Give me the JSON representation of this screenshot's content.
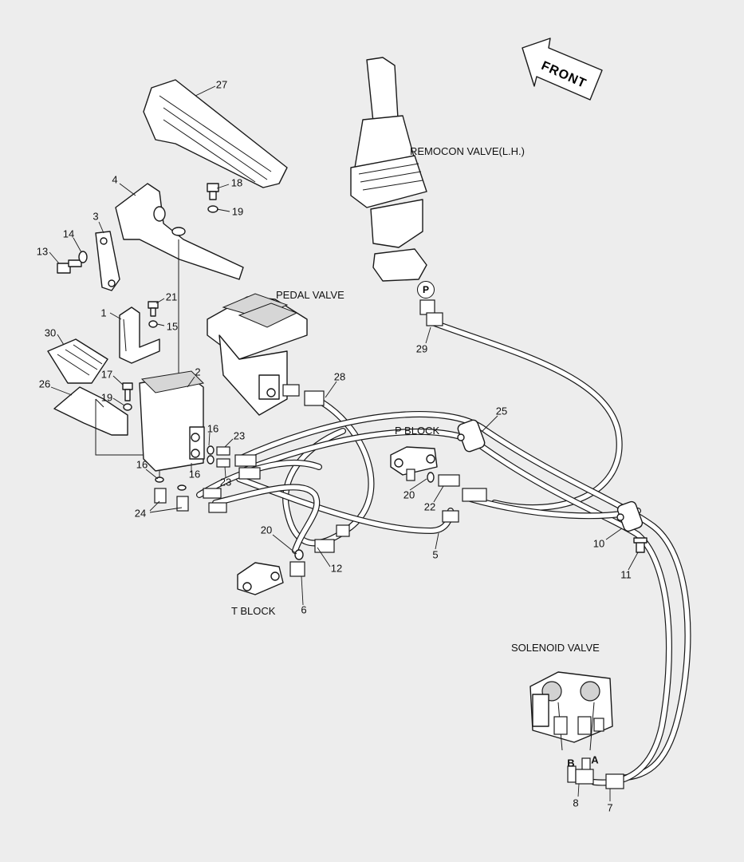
{
  "front_arrow": {
    "label": "FRONT"
  },
  "titles": {
    "remocon": "REMOCON VALVE(L.H.)",
    "pedal": "PEDAL VALVE",
    "p_block": "P BLOCK",
    "t_block": "T BLOCK",
    "solenoid": "SOLENOID VALVE"
  },
  "port_marks": {
    "p": "P",
    "a": "A",
    "b": "B"
  },
  "callouts": {
    "c1": "1",
    "c2": "2",
    "c3": "3",
    "c4": "4",
    "c5": "5",
    "c6": "6",
    "c7": "7",
    "c8": "8",
    "c10": "10",
    "c11": "11",
    "c12": "12",
    "c13": "13",
    "c14": "14",
    "c15": "15",
    "c16a": "16",
    "c16b": "16",
    "c16c": "16",
    "c17": "17",
    "c18": "18",
    "c19a": "19",
    "c19b": "19",
    "c20a": "20",
    "c20b": "20",
    "c21": "21",
    "c22": "22",
    "c23a": "23",
    "c23b": "23",
    "c24": "24",
    "c25": "25",
    "c26": "26",
    "c27": "27",
    "c28": "28",
    "c29": "29",
    "c30": "30"
  }
}
